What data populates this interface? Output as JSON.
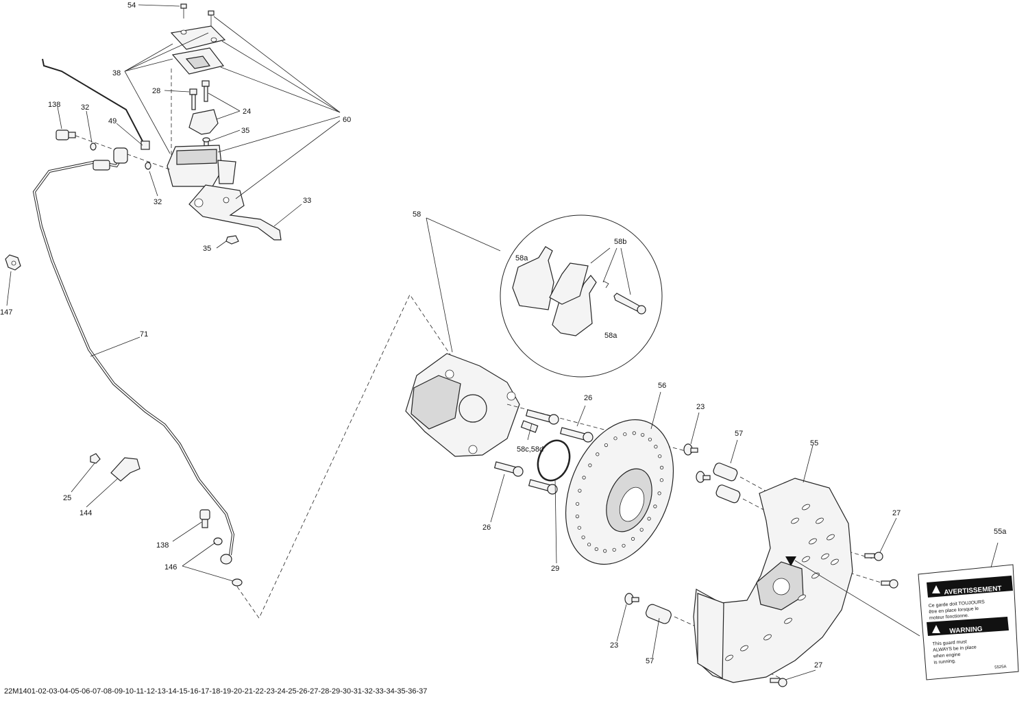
{
  "drawing_code": "22M1401-02-03-04-05-06-07-08-09-10-11-12-13-14-15-16-17-18-19-20-21-22-23-24-25-26-27-28-29-30-31-32-33-34-35-36-37",
  "callouts": {
    "c54": "54",
    "c38": "38",
    "c28": "28",
    "c24": "24",
    "c35_top": "35",
    "c60": "60",
    "c138_top": "138",
    "c32_top": "32",
    "c49": "49",
    "c32_bottom": "32",
    "c33": "33",
    "c35_bottom": "35",
    "c147": "147",
    "c71": "71",
    "c25": "25",
    "c144": "144",
    "c138_bottom": "138",
    "c146": "146",
    "c58": "58",
    "c58a_top": "58a",
    "c58b": "58b",
    "c58a_bottom": "58a",
    "c26_top": "26",
    "c58cd": "58c,58d",
    "c26_bottom": "26",
    "c29": "29",
    "c56": "56",
    "c23_top": "23",
    "c57_top": "57",
    "c55": "55",
    "c27_top": "27",
    "c55a": "55a",
    "c23_bottom": "23",
    "c57_bottom": "57",
    "c27_bottom": "27"
  },
  "warning_label": {
    "fr_header": "AVERTISSEMENT",
    "fr_line1": "Ce garde doit TOUJOURS",
    "fr_line2": "être en place lorsque le",
    "fr_line3": "moteur fonctionne.",
    "en_header": "WARNING",
    "en_line1": "This guard must",
    "en_line2": "ALWAYS be in place",
    "en_line3": "when engine",
    "en_line4": "is running.",
    "code": "5525A"
  }
}
